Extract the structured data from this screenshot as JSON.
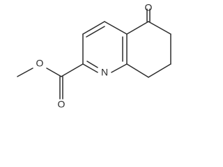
{
  "molecule": {
    "atoms": {
      "ketone_oxygen": "O",
      "ester_carbonyl_oxygen": "O",
      "ester_ether_oxygen": "O",
      "ring_nitrogen": "N"
    }
  }
}
